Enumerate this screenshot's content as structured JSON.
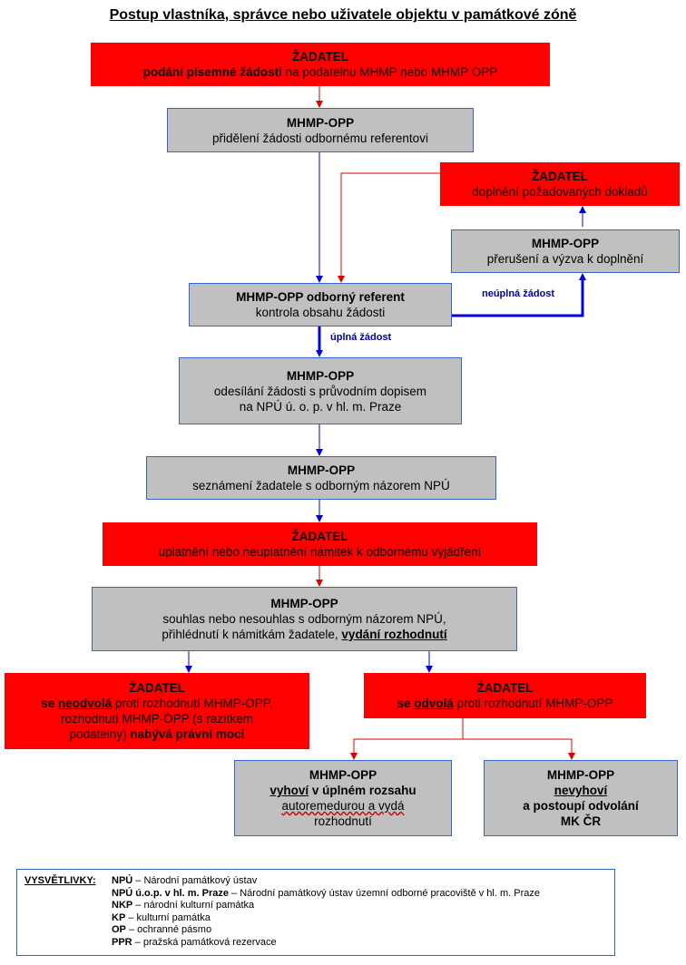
{
  "title": "Postup vlastníka, správce nebo uživatele objektu v památkové zóně",
  "boxes": {
    "b1": {
      "head": "ŽADATEL",
      "bold": "podání písemné žádosti",
      "rest": " na podatelnu MHMP nebo MHMP OPP"
    },
    "b2": {
      "head": "MHMP-OPP",
      "line1": "přidělení žádosti odbornému referentovi"
    },
    "b3": {
      "head": "ŽADATEL",
      "line1": "doplnění požadovaných dokladů"
    },
    "b4": {
      "head": "MHMP-OPP",
      "line1": "přerušení a výzva k doplnění"
    },
    "b5": {
      "head": "MHMP-OPP odborný referent",
      "line1": "kontrola obsahu žádosti"
    },
    "b6": {
      "head": "MHMP-OPP",
      "line1": "odesílání žádosti s průvodním dopisem",
      "line2": "na NPÚ ú. o. p. v hl. m. Praze"
    },
    "b7": {
      "head": "MHMP-OPP",
      "line1": "seznámení žadatele s odborným názorem NPÚ"
    },
    "b8": {
      "head": "ŽADATEL",
      "line1": "uplatnění nebo neuplatnění námitek k odbornému vyjádření"
    },
    "b9": {
      "head": "MHMP-OPP",
      "line1": "souhlas nebo nesouhlas s odborným názorem NPÚ,",
      "line2": "přihlédnutí k námitkám žadatele, ",
      "bold": "vydání rozhodnutí"
    },
    "b10": {
      "head": "ŽADATEL",
      "se": "se ",
      "neodvola": "neodvolá",
      "rest1": " proti rozhodnutí MHMP-OPP,",
      "line2": "rozhodnutí MHMP-OPP (s razítkem",
      "line3": "podatelny) ",
      "bold": "nabývá právní moci"
    },
    "b11": {
      "head": "ŽADATEL",
      "se": "se ",
      "odvola": "odvolá",
      "rest1": " proti rozhodnutí MHMP-OPP"
    },
    "b12": {
      "head": "MHMP-OPP",
      "vyhovi": "vyhoví",
      "bold": " v úplném rozsahu",
      "line2": "autoremedurou a vydá",
      "line3": "rozhodnutí"
    },
    "b13": {
      "head": "MHMP-OPP",
      "nevyhovi": "nevyhoví",
      "line2": "a postoupí odvolání",
      "line3": "MK ČR"
    }
  },
  "labels": {
    "neuplna": "neúplná žádost",
    "uplna": "úplná žádost"
  },
  "legend": {
    "heading": "VYSVĚTLIVKY:",
    "items": [
      {
        "key": "NPÚ",
        "text": " – Národní památkový ústav"
      },
      {
        "key": "NPÚ ú.o.p. v hl. m. Praze",
        "text": " – Národní památkový ústav územní odborné pracoviště v hl. m. Praze"
      },
      {
        "key": "NKP",
        "text": " – národní kulturní památka"
      },
      {
        "key": "KP",
        "text": " – kulturní památka"
      },
      {
        "key": "OP",
        "text": " – ochranné pásmo"
      },
      {
        "key": "PPR",
        "text": " – pražská památková rezervace"
      }
    ]
  },
  "colors": {
    "red": "#ff0000",
    "gray": "#c0c0c0",
    "blue": "#0000dd",
    "arrow_red": "#dd0000"
  }
}
